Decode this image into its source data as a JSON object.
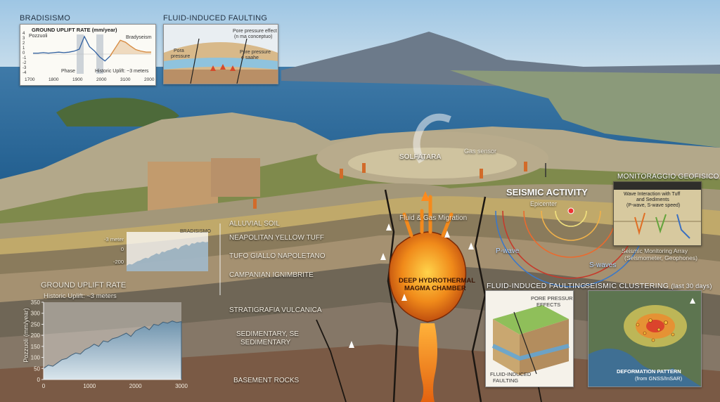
{
  "top_left_panel": {
    "heading": "BRADISISMO",
    "title": "GROUND UPLIFT RATE (mm/year)",
    "place_a": "Pozzuoli",
    "place_b": "Bradyseism",
    "phase": "Phase",
    "historic": "Historic Uplift: ~3 meters",
    "y_ticks": [
      "4",
      "3",
      "2",
      "1",
      "0",
      "-1",
      "-2",
      "-3",
      "-4"
    ],
    "x_ticks": [
      "1700",
      "1800",
      "1900",
      "2000",
      "3100",
      "2000"
    ]
  },
  "top_mid_panel": {
    "heading": "FLUID-INDUCED FAULTING",
    "label_a": "Pore pressure effect",
    "label_a2": "(n ma conceptuo)",
    "label_b": "Pora",
    "label_b2": "pressure",
    "label_c": "Pore pressure",
    "label_c2": "e saahe"
  },
  "solfatara": {
    "name": "SOLFATARA",
    "gas_sensor": "Gas sensor"
  },
  "seismic": {
    "title": "SEISMIC ACTIVITY",
    "epicenter": "Epicenter",
    "p_wave": "P-wave",
    "s_waves": "S-waves",
    "migration": "Fluid & Gas Migration"
  },
  "monitor_panel": {
    "heading": "MONITORAGGIO GEOFISICO",
    "line1": "Wave Interaction with Tuff",
    "line2": "and Sediments",
    "line3": "(P-wave, S-wave speed)",
    "caption1": "Seismic Monitoring Array",
    "caption2": "(Seismometer, Geophones)"
  },
  "strata": {
    "l1": "ALLUVIAL SOIL",
    "l2": "NEAPOLITAN YELLOW TUFF",
    "l3": "TUFO GIALLO NAPOLETANO",
    "l4": "CAMPANIAN IGNIMBRITE",
    "l5": "STRATIGRAFIA VULCANICA",
    "l6": "SEDIMENTARY, SE",
    "l6b": "SEDIMENTARY",
    "l7": "BASEMENT ROCKS"
  },
  "chamber": {
    "line1": "DEEP HYDROTHERMAL",
    "line2": "MAGMA CHAMBER"
  },
  "mini_chart": {
    "title": "BRADISISMO",
    "y_ticks": [
      "-3 meter",
      "0",
      "-200"
    ]
  },
  "uplift_chart": {
    "heading": "GROUND UPLIFT RATE",
    "historic": "Historic Uplift: ~3 meters",
    "ylabel": "Pozzuoli (mm/year)"
  },
  "fault_panel": {
    "heading": "FLUID-INDUCED FAULTING",
    "label1": "PORE PRESSURE",
    "label2": "EFFECTS",
    "label3": "FLUID-INDUCED",
    "label4": "FAULTING"
  },
  "cluster_panel": {
    "heading": "SEISMIC CLUSTERING",
    "sub": "(last 30 days)",
    "caption1": "DEFORMATION PATTERN",
    "caption2": "(from GNSS/InSAR)"
  },
  "chart_data": [
    {
      "type": "line",
      "title": "GROUND UPLIFT RATE",
      "ylabel": "Pozzuoli (mm/year)",
      "xlabel": "",
      "x": [
        0,
        100,
        200,
        300,
        400,
        500,
        600,
        700,
        800,
        900,
        1000,
        1100,
        1200,
        1300,
        1400,
        1500,
        1600,
        1700,
        1800,
        1900,
        2000,
        2100,
        2200,
        2300,
        2400,
        2500,
        2600,
        2700,
        2800,
        2900,
        3000
      ],
      "values": [
        50,
        65,
        60,
        75,
        90,
        95,
        110,
        120,
        115,
        135,
        145,
        160,
        150,
        175,
        170,
        185,
        190,
        200,
        210,
        195,
        220,
        230,
        240,
        225,
        250,
        245,
        260,
        255,
        265,
        258,
        262
      ],
      "x_ticks": [
        "0",
        "1000",
        "2000",
        "3000"
      ],
      "y_ticks": [
        "0",
        "50",
        "100",
        "150",
        "200",
        "250",
        "300",
        "350"
      ],
      "xlim": [
        0,
        3000
      ],
      "ylim": [
        0,
        350
      ]
    },
    {
      "type": "line",
      "title": "BRADISISMO",
      "x_ticks": [
        "1700",
        "1800",
        "1900",
        "2000",
        "3100",
        "2000"
      ],
      "ylim": [
        -4,
        4
      ],
      "values": [
        0.2,
        0.2,
        0.3,
        0.2,
        0.3,
        0.4,
        0.3,
        0.4,
        0.6,
        1.0,
        3.6,
        1.5,
        0.6,
        -0.6,
        -1.4,
        -0.4,
        1.2,
        2.8,
        2.4,
        1.6,
        0.9,
        0.6,
        0.4,
        0.4
      ]
    }
  ]
}
